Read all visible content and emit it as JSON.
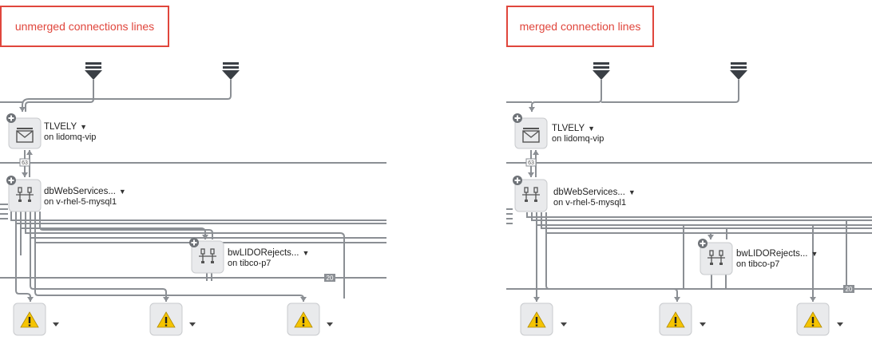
{
  "panels": {
    "left": {
      "title": "unmerged connections lines"
    },
    "right": {
      "title": "merged connection lines"
    }
  },
  "nodes": {
    "tlvely": {
      "name": "TLVELY",
      "host": "on lidomq-vip"
    },
    "dbweb": {
      "name": "dbWebServices...",
      "host": "on v-rhel-5-mysql1"
    },
    "bwlido": {
      "name": "bwLIDORejects...",
      "host": "on tibco-p7"
    }
  },
  "badges": {
    "count_63": "63",
    "count_20": "20"
  },
  "icons": {
    "caret": "▼"
  },
  "colors": {
    "line": "#8b8f94",
    "label_red": "#e0463c",
    "warning": "#f5c400",
    "node_bg": "#e9eaec"
  }
}
